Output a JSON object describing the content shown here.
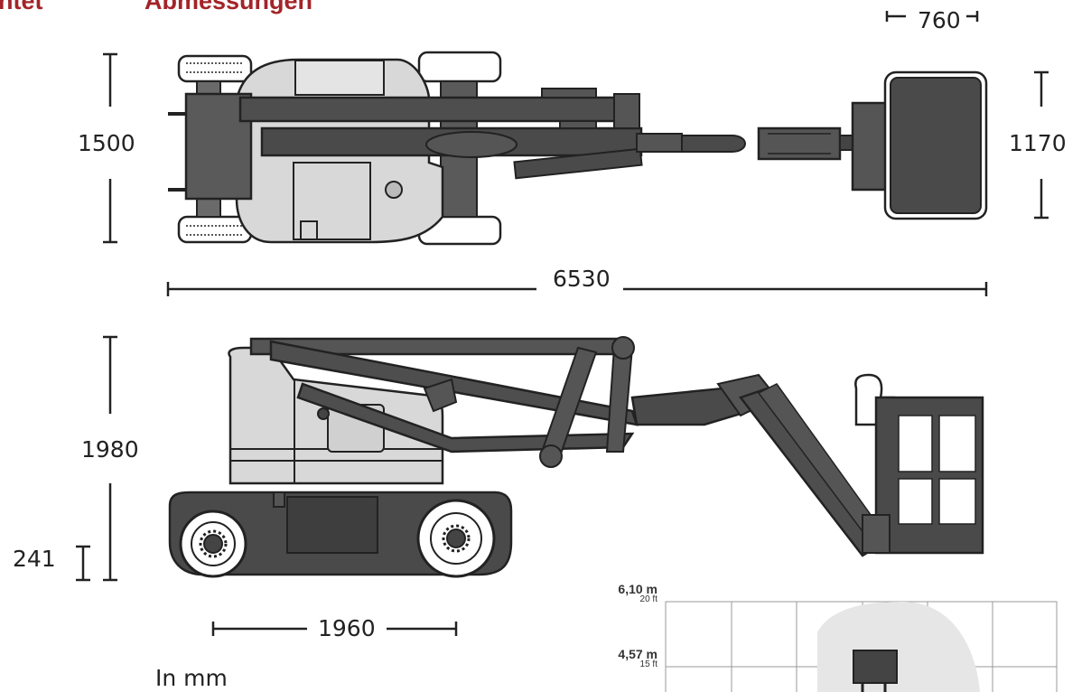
{
  "headers": {
    "left_fragment": "ntet",
    "title": "Abmessungen"
  },
  "dimensions": {
    "platform_depth": "760",
    "top_width": "1500",
    "platform_width": "1170",
    "overall_length": "6530",
    "stowed_height": "1980",
    "ground_clearance": "241",
    "wheelbase": "1960"
  },
  "units_note": "In mm",
  "range_chart": {
    "rows": [
      {
        "meters": "6,10 m",
        "feet": "20 ft"
      },
      {
        "meters": "4,57 m",
        "feet": "15 ft"
      }
    ]
  },
  "colors": {
    "header": "#a32428",
    "machine_dark": "#4a4a4a",
    "machine_light": "#d8d8d8",
    "outline": "#1e1e1e"
  }
}
